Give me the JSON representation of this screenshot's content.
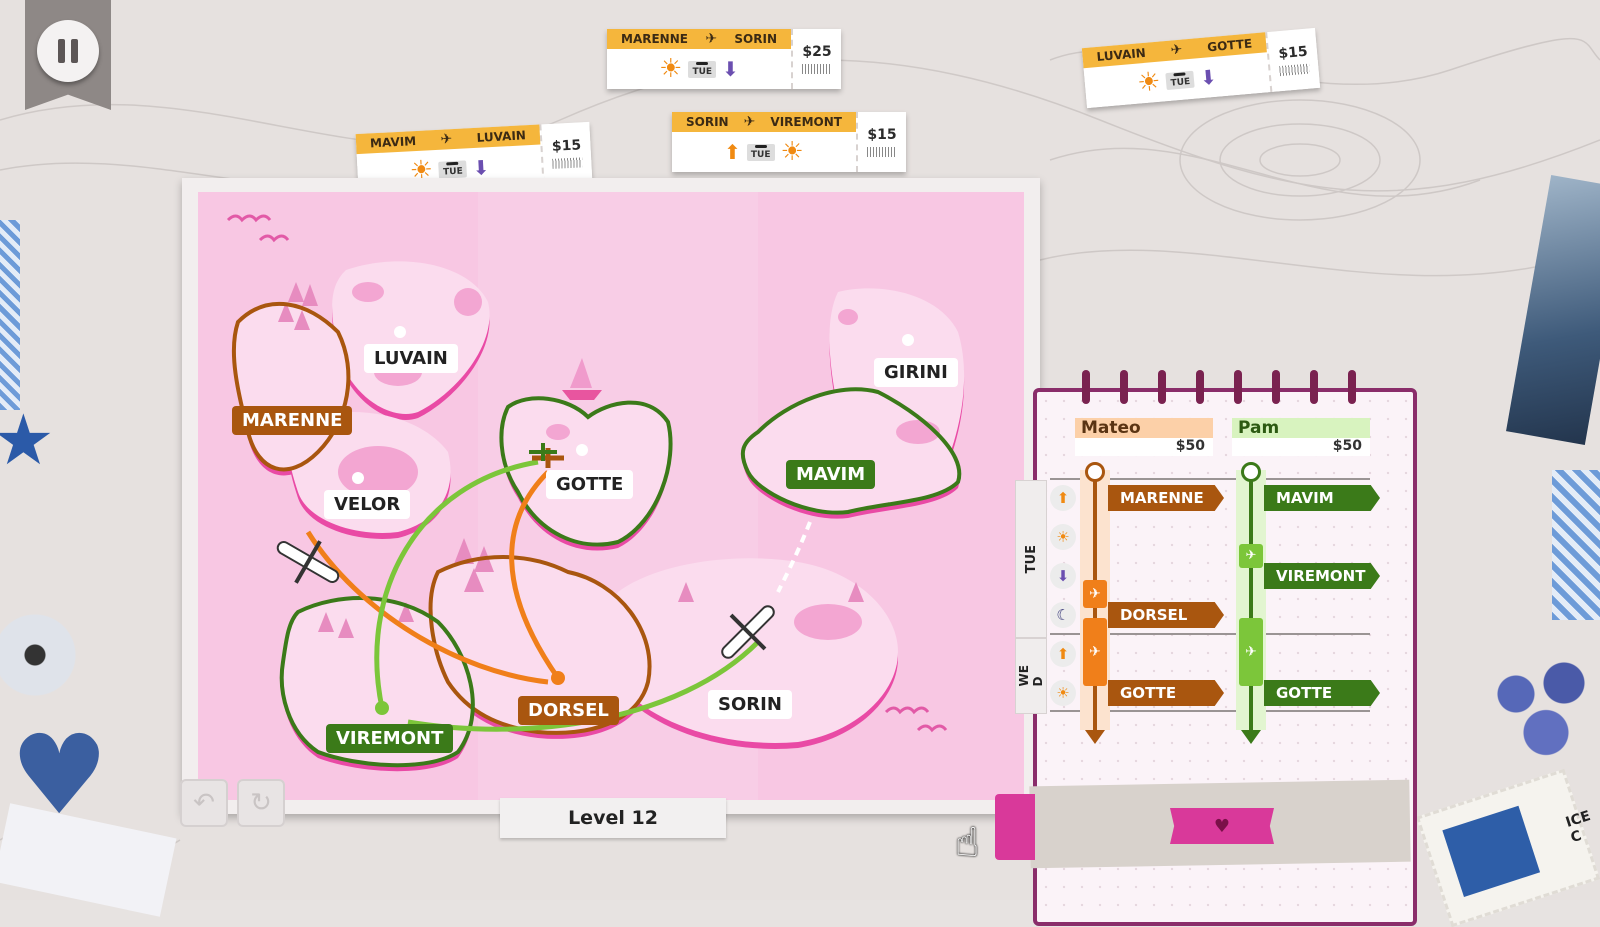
{
  "hud": {
    "pause_icon": "pause-icon"
  },
  "tickets": [
    {
      "from": "MARENNE",
      "to": "SORIN",
      "day": "TUE",
      "depart_icon": "sun-icon",
      "arrive_icon": "land-icon",
      "price": "$25"
    },
    {
      "from": "LUVAIN",
      "to": "GOTTE",
      "day": "TUE",
      "depart_icon": "sun-icon",
      "arrive_icon": "land-icon",
      "price": "$15"
    },
    {
      "from": "MAVIM",
      "to": "LUVAIN",
      "day": "TUE",
      "depart_icon": "sun-icon",
      "arrive_icon": "land-icon",
      "price": "$15"
    },
    {
      "from": "SORIN",
      "to": "VIREMONT",
      "day": "TUE",
      "depart_icon": "takeoff-icon",
      "arrive_icon": "sun-icon",
      "price": "$15"
    }
  ],
  "map": {
    "cities": {
      "luvain": "LUVAIN",
      "marenne": "MARENNE",
      "velor": "VELOR",
      "gotte": "GOTTE",
      "girini": "GIRINI",
      "mavim": "MAVIM",
      "dorsel": "DORSEL",
      "sorin": "SORIN",
      "viremont": "VIREMONT"
    },
    "route_colors": {
      "orange": "#f07f1a",
      "green": "#7cc63a",
      "brown": "#a9560f",
      "dark_green": "#3b7a19"
    },
    "level": "Level 12"
  },
  "planner": {
    "days": [
      "TUE",
      "WE\nD"
    ],
    "players": [
      {
        "name": "Mateo",
        "money": "$50",
        "color": "#f07f1a",
        "stops": [
          "MARENNE",
          "DORSEL",
          "GOTTE"
        ]
      },
      {
        "name": "Pam",
        "money": "$50",
        "color": "#7cc63a",
        "stops": [
          "MAVIM",
          "VIREMONT",
          "GOTTE"
        ]
      }
    ],
    "slot_icons": [
      "takeoff-icon",
      "sun-icon",
      "land-icon",
      "moon-icon",
      "takeoff-icon",
      "sun-icon"
    ],
    "confirm_icon": "heart-icon"
  },
  "decor": {
    "stamp_text": "ICE C"
  }
}
